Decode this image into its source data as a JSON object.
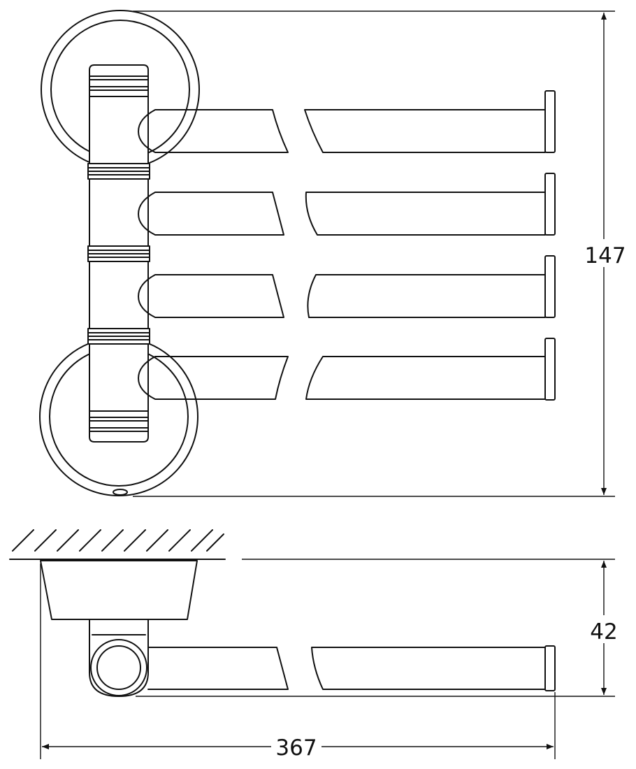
{
  "dimensions": {
    "height_front": "147",
    "depth_side": "42",
    "width_total": "367"
  },
  "colors": {
    "line": "#111111",
    "background": "#ffffff"
  }
}
